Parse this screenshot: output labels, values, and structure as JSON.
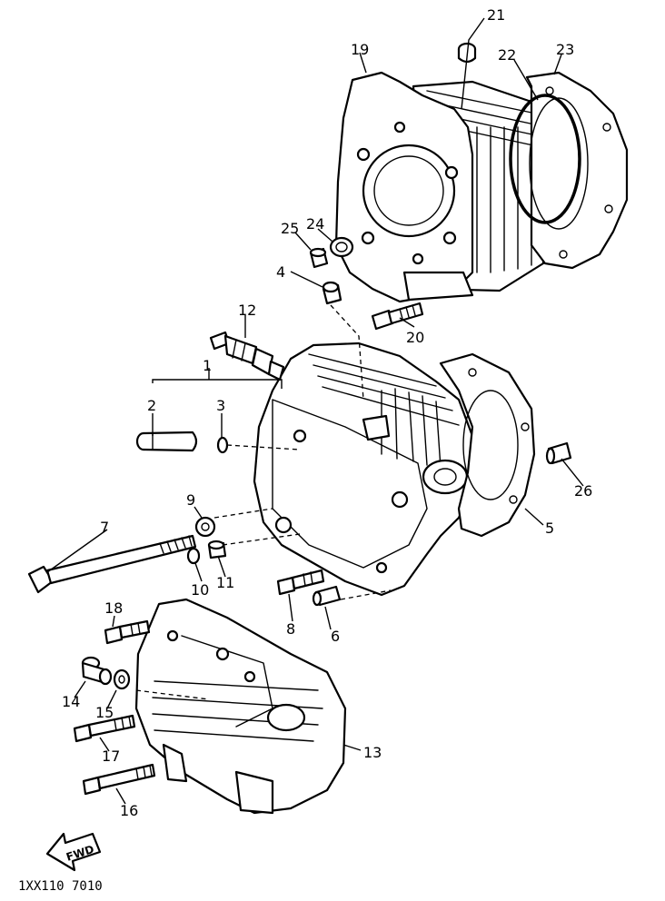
{
  "diagram_code": "1XX110 7010",
  "fwd_label": "FWD",
  "callouts": [
    {
      "id": "c1",
      "text": "1"
    },
    {
      "id": "c2",
      "text": "2"
    },
    {
      "id": "c3",
      "text": "3"
    },
    {
      "id": "c4",
      "text": "4"
    },
    {
      "id": "c5",
      "text": "5"
    },
    {
      "id": "c6",
      "text": "6"
    },
    {
      "id": "c7",
      "text": "7"
    },
    {
      "id": "c8",
      "text": "8"
    },
    {
      "id": "c9",
      "text": "9"
    },
    {
      "id": "c10",
      "text": "10"
    },
    {
      "id": "c11",
      "text": "11"
    },
    {
      "id": "c12",
      "text": "12"
    },
    {
      "id": "c13",
      "text": "13"
    },
    {
      "id": "c14",
      "text": "14"
    },
    {
      "id": "c15",
      "text": "15"
    },
    {
      "id": "c16",
      "text": "16"
    },
    {
      "id": "c17",
      "text": "17"
    },
    {
      "id": "c18",
      "text": "18"
    },
    {
      "id": "c19",
      "text": "19"
    },
    {
      "id": "c20",
      "text": "20"
    },
    {
      "id": "c21",
      "text": "21"
    },
    {
      "id": "c22",
      "text": "22"
    },
    {
      "id": "c23",
      "text": "23"
    },
    {
      "id": "c24",
      "text": "24"
    },
    {
      "id": "c25",
      "text": "25"
    },
    {
      "id": "c26",
      "text": "26"
    }
  ]
}
